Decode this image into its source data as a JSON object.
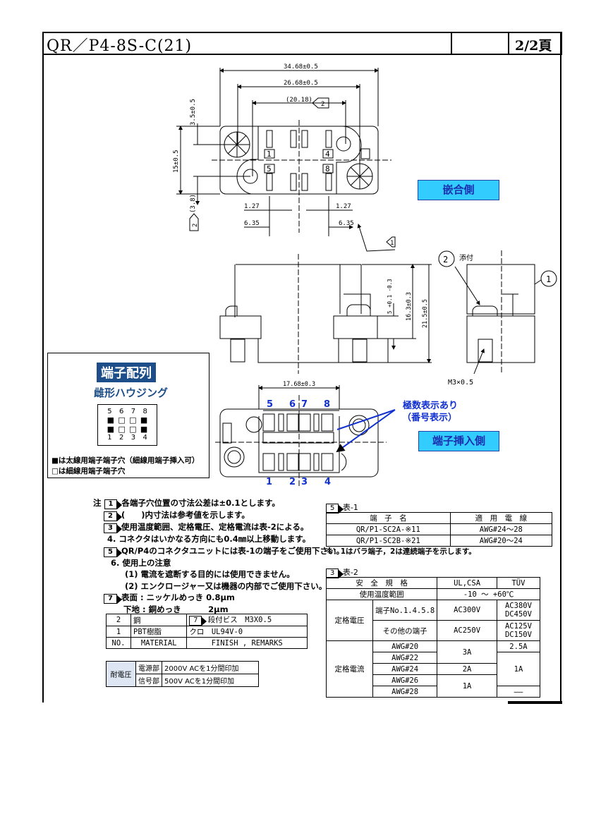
{
  "header": {
    "title": "QR／P4-8S-C(21)",
    "page": "2/2頁"
  },
  "top_view": {
    "dim_overall": "34.68±0.5",
    "dim_mount": "26.68±0.5",
    "dim_ref": "(20.18)",
    "dim_ref_flag": "2",
    "dim_height": "15±0.5",
    "dim_offset": "3.5±0.5",
    "dim_ref_vert": "(3.8)",
    "dim_ref_vert_flag": "2",
    "pitch_left": "1.27",
    "pitch_right": "1.27",
    "span_left": "6.35",
    "span_right": "6.35",
    "note_flag": "1",
    "pin_labels": [
      "1",
      "4",
      "5",
      "8"
    ],
    "mating_side_label": "嵌合側"
  },
  "side_view": {
    "dim_flange": "5 +0.1 -0.3",
    "dim_mid": "16.3±0.3",
    "dim_total": "21.5±0.5",
    "part2": "2",
    "part2_note": "添付",
    "part1": "1",
    "screw": "M3×0.5"
  },
  "bottom_view": {
    "dim_width": "17.68±0.3",
    "top_numbers": [
      "5",
      "6",
      "7",
      "8"
    ],
    "bottom_numbers": [
      "1",
      "2",
      "3",
      "4"
    ],
    "callout_line1": "極数表示あり",
    "callout_line2": "（番号表示）",
    "insert_side_label": "端子挿入側"
  },
  "pin_layout": {
    "title": "端子配列",
    "subtitle": "雌形ハウジング",
    "top_numbers": [
      "5",
      "6",
      "7",
      "8"
    ],
    "bottom_numbers": [
      "1",
      "2",
      "3",
      "4"
    ],
    "legend_filled": "■は太線用端子端子穴（細線用端子挿入可）",
    "legend_open": "□は細線用端子端子穴"
  },
  "notes": {
    "prefix": "注",
    "items": [
      {
        "flag": "1",
        "text": "各端子穴位置の寸法公差は±0.1とします。"
      },
      {
        "flag": "2",
        "text": "(　　)内寸法は参考値を示します。"
      },
      {
        "flag": "3",
        "text": "使用温度範囲、定格電圧、定格電流は表-2による。"
      },
      {
        "flag": "",
        "text": "4. コネクタはいかなる方向にも0.4㎜以上移動します。"
      },
      {
        "flag": "5",
        "text": "QR/P4のコネクタユニットには表-1の端子をご使用下さい。"
      },
      {
        "flag": "",
        "text": "6. 使用上の注意"
      },
      {
        "flag": "",
        "text": "(1) 電流を遮断する目的には使用できません。"
      },
      {
        "flag": "",
        "text": "(2) エンクロージャー又は機器の内部でご使用下さい。"
      },
      {
        "flag": "7",
        "text": "表面 : ニッケルめっき 0.8μm"
      },
      {
        "flag": "",
        "text": "下地 : 銅めっき　　　 2μm"
      }
    ]
  },
  "materials_table": {
    "rows": [
      {
        "no": "2",
        "material": "鋼",
        "flag": "7",
        "finish": "段付ビス　M3X0.5"
      },
      {
        "no": "1",
        "material": "PBT樹脂",
        "flag": "",
        "finish": "クロ　UL94V-0"
      }
    ],
    "headers": {
      "no": "NO.",
      "material": "MATERIAL",
      "finish": "FINISH , REMARKS"
    }
  },
  "withstand_table": {
    "label": "耐電圧",
    "rows": [
      {
        "part": "電源部",
        "value": "2000V ACを1分間印加"
      },
      {
        "part": "信号部",
        "value": "500V ACを1分間印加"
      }
    ]
  },
  "table1": {
    "flag": "5",
    "title": "表-1",
    "headers": [
      "端　子　名",
      "適　用　電　線"
    ],
    "rows": [
      [
        "QR/P1-SC2A-※11",
        "AWG#24～28"
      ],
      [
        "QR/P1-SC2B-※21",
        "AWG#20～24"
      ]
    ],
    "footnote": "※：1はバラ端子，2は連続端子を示します。"
  },
  "table2": {
    "flag": "3",
    "title": "表-2",
    "h_standard": "安　全　規　格",
    "h_ul": "UL,CSA",
    "h_tuv": "TÜV",
    "temp_label": "使用温度範囲",
    "temp_value": "-10 ～ +60℃",
    "voltage_label": "定格電圧",
    "v_rows": [
      {
        "item": "端子No.1.4.5.8",
        "ul": "AC300V",
        "tuv1": "AC380V",
        "tuv2": "DC450V"
      },
      {
        "item": "その他の端子",
        "ul": "AC250V",
        "tuv1": "AC125V",
        "tuv2": "DC150V"
      }
    ],
    "current_label": "定格電流",
    "awg": [
      "AWG#20",
      "AWG#22",
      "AWG#24",
      "AWG#26",
      "AWG#28"
    ],
    "ul_3a": "3A",
    "ul_2a": "2A",
    "ul_1a": "1A",
    "tuv_25a": "2.5A",
    "tuv_1a": "1A",
    "tuv_none": "——"
  }
}
